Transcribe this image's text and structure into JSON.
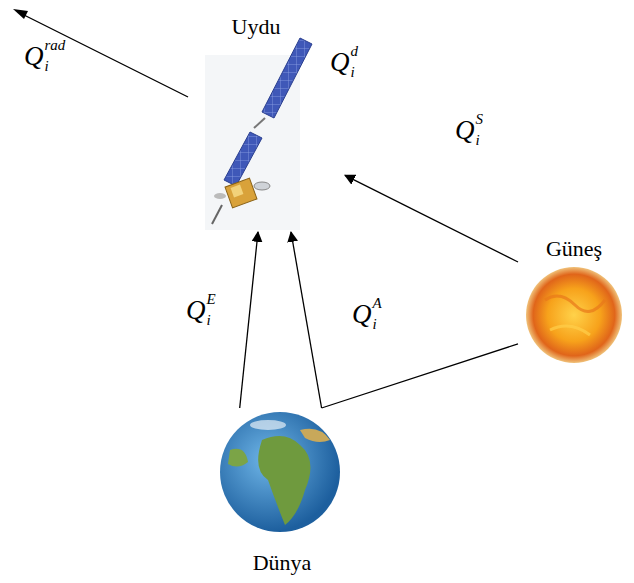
{
  "diagram": {
    "nodes": [
      {
        "text": [
          "Uydu"
        ]
      },
      {
        "text": [
          "Güneş"
        ]
      },
      {
        "text": [
          "Dünya"
        ]
      }
    ],
    "edges": [
      {
        "from": 2,
        "to": 0,
        "arrow": "to"
      },
      {
        "from": 2,
        "to": 0,
        "arrow": "to"
      },
      {
        "from": 1,
        "to": 0,
        "arrow": "to"
      },
      {
        "from": 1,
        "to": 2,
        "arrow": "none"
      }
    ],
    "labels": [
      "Q",
      "i",
      "rad",
      "Q",
      "i",
      "d",
      "Q",
      "i",
      "S",
      "Q",
      "i",
      "E",
      "Q",
      "i",
      "A"
    ]
  }
}
